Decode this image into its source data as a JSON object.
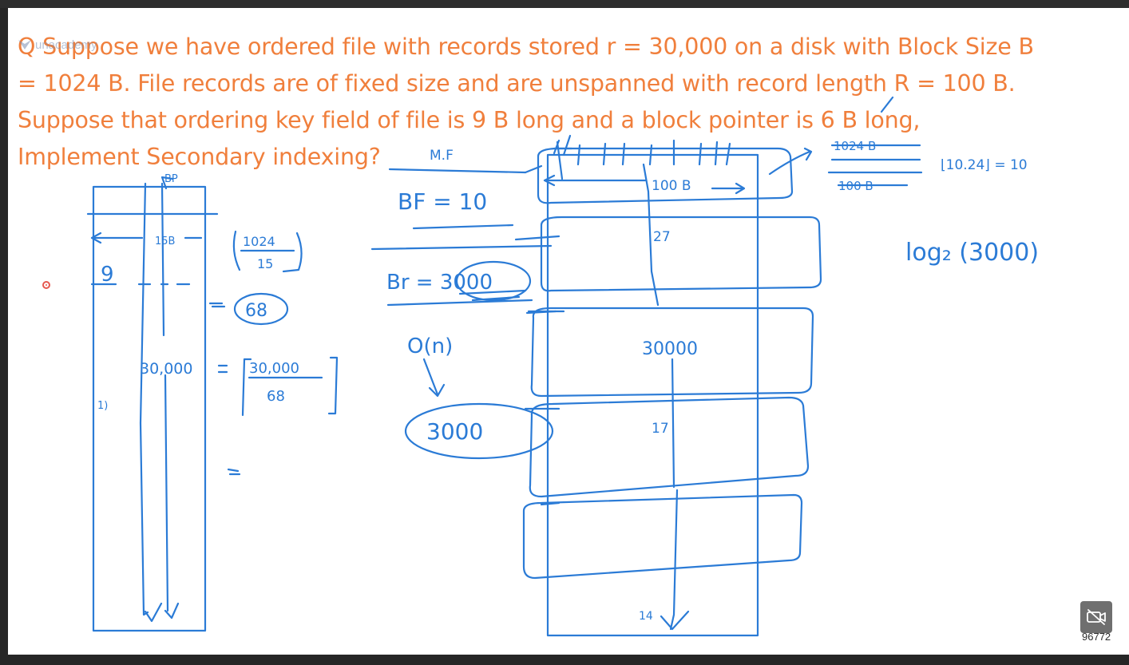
{
  "question": {
    "lines": [
      "Q Suppose we have ordered file with records stored r = 30,000 on a disk with Block Size B",
      "= 1024 B. File records are of fixed size and are unspanned with record length R = 100 B.",
      "Suppose that ordering key field of file is 9 B long and a block pointer is 6 B long,",
      "Implement Secondary indexing?"
    ]
  },
  "watermark": {
    "brand": "unacademy"
  },
  "annotations": {
    "bp": "BP",
    "entry_size": "15B",
    "ifr_num": "1024",
    "ifr_den": "15",
    "key": "9",
    "ifr_result": "68",
    "records": "30,000",
    "blocks_num": "30,000",
    "blocks_den": "68",
    "stray_index": "1)",
    "mf": "M.F",
    "bf": "BF = 10",
    "br": "Br = 3000",
    "on": "O(n)",
    "scan": "3000",
    "record_len": "100 B",
    "r27": "27",
    "r30000": "30000",
    "r17": "17",
    "r14": "14",
    "bf_num": "1024 B",
    "bf_den": "100 B",
    "bf_floor": "⌊10.24⌋ = 10",
    "log": "log₂ (3000)"
  },
  "video": {
    "view_count": "96772"
  },
  "colors": {
    "question_text": "#f07f3c",
    "ink": "#2b7bd6"
  },
  "icons": {
    "camera": "camera-off-icon",
    "brand": "unacademy-logo-icon",
    "pointer": "laser-pointer-icon"
  }
}
